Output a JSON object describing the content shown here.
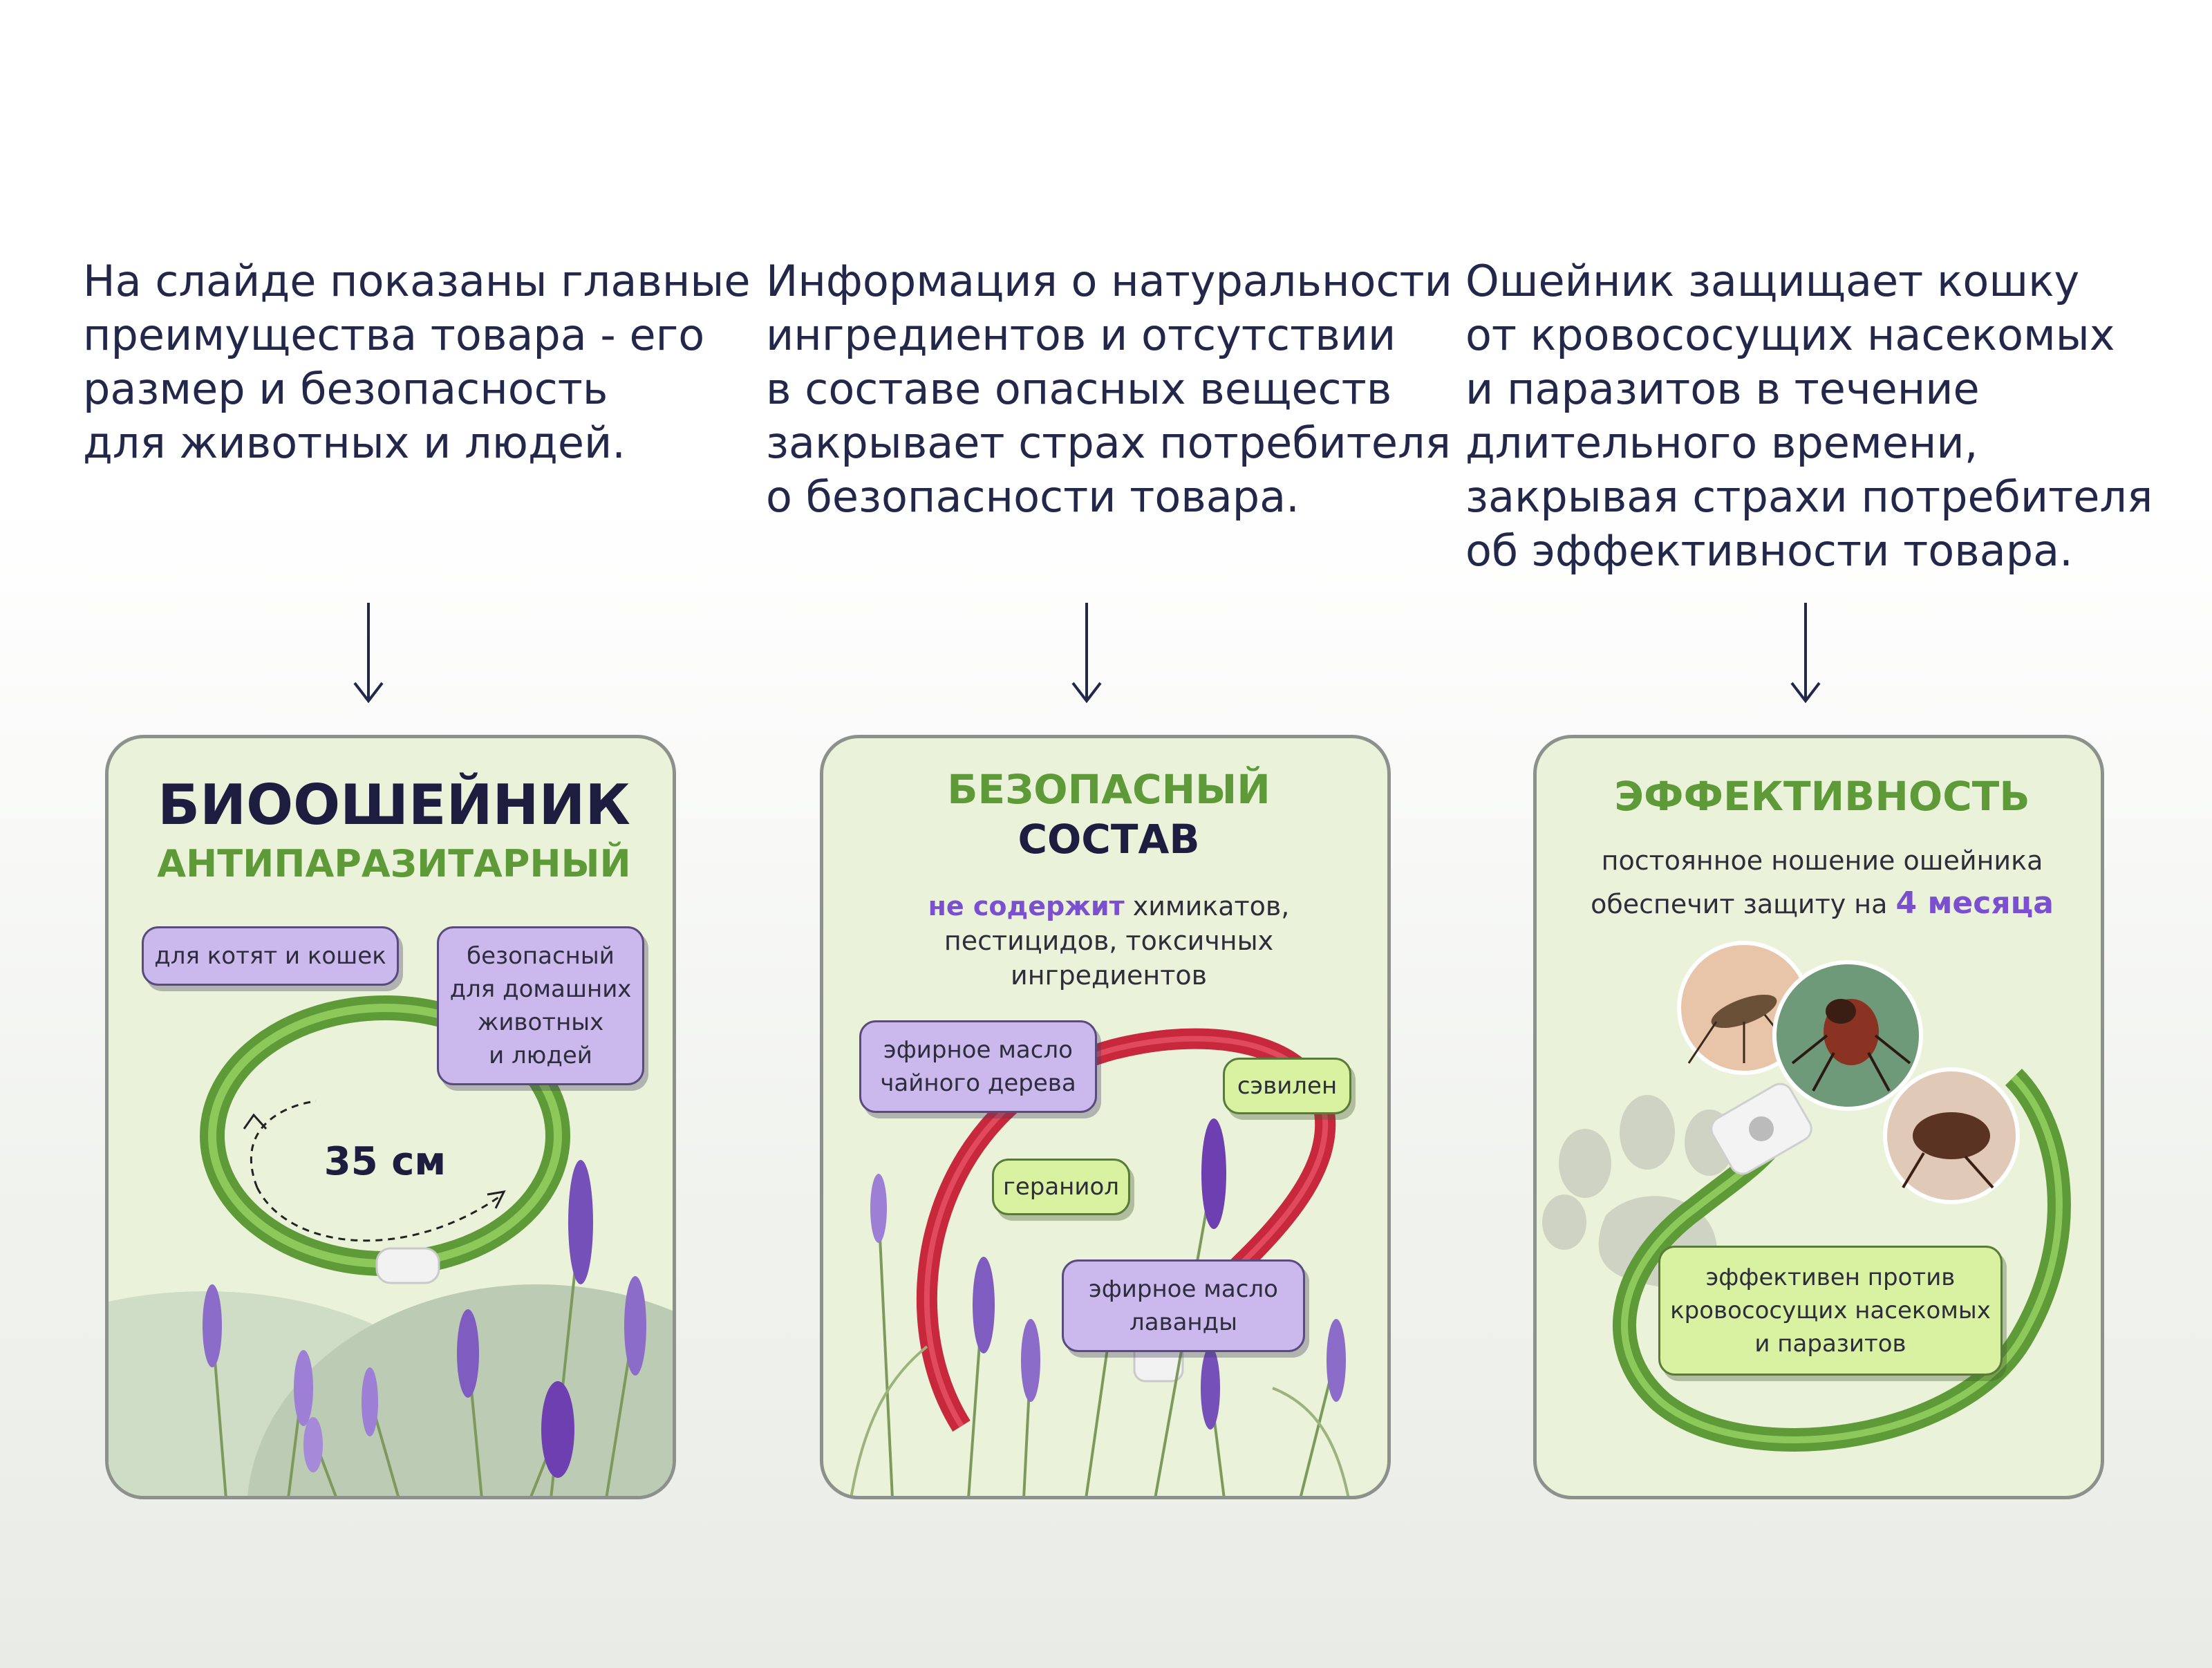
{
  "descriptions": [
    {
      "lines": [
        "На слайде показаны главные",
        "преимущества товара - его",
        "размер и безопасность",
        "для животных и людей."
      ]
    },
    {
      "lines": [
        "Информация о натуральности",
        "ингредиентов и отсутствии",
        "в составе опасных веществ",
        "закрывает страх потребителя",
        "о безопасности товара."
      ]
    },
    {
      "lines": [
        "Ошейник защищает кошку",
        "от кровососущих насекомых",
        "и паразитов в течение",
        "длительного времени,",
        "закрывая страхи потребителя",
        "об эффективности товара."
      ]
    }
  ],
  "card1": {
    "title": "БИООШЕЙНИК",
    "subtitle": "АНТИПАРАЗИТАРНЫЙ",
    "badge_kittens": "для котят и кошек",
    "badge_safe": [
      "безопасный",
      "для домашних",
      "животных",
      "и людей"
    ],
    "size_label": "35 см",
    "collar_color": "#6aa83a"
  },
  "card2": {
    "title_line1": "БЕЗОПАСНЫЙ",
    "title_line2": "СОСТАВ",
    "text_highlight": "не содержит",
    "text_rest_line1": " химикатов,",
    "text_line2": "пестицидов, токсичных",
    "text_line3": "ингредиентов",
    "badge_tea_tree": [
      "эфирное масло",
      "чайного дерева"
    ],
    "badge_sevilen": "сэвилен",
    "badge_geraniol": "гераниол",
    "badge_lavender": [
      "эфирное масло",
      "лаванды"
    ],
    "collar_color": "#c8283c"
  },
  "card3": {
    "title": "ЭФФЕКТИВНОСТЬ",
    "text_line1": "постоянное ношение ошейника",
    "text_line2_start": "обеспечит защиту на ",
    "text_highlight": "4 месяца",
    "badge_effective": [
      "эффективен против",
      "кровососущих насекомых",
      "и паразитов"
    ],
    "collar_color": "#6aa83a"
  },
  "colors": {
    "text_dark": "#23284b",
    "accent_green": "#5f9a38",
    "accent_purple": "#7a4fd0",
    "card_bg": "#eaf3d9"
  },
  "icons": [
    "down-arrow-icon",
    "paw-icon",
    "lavender-icon",
    "mosquito-icon",
    "tick-icon",
    "flea-icon"
  ]
}
